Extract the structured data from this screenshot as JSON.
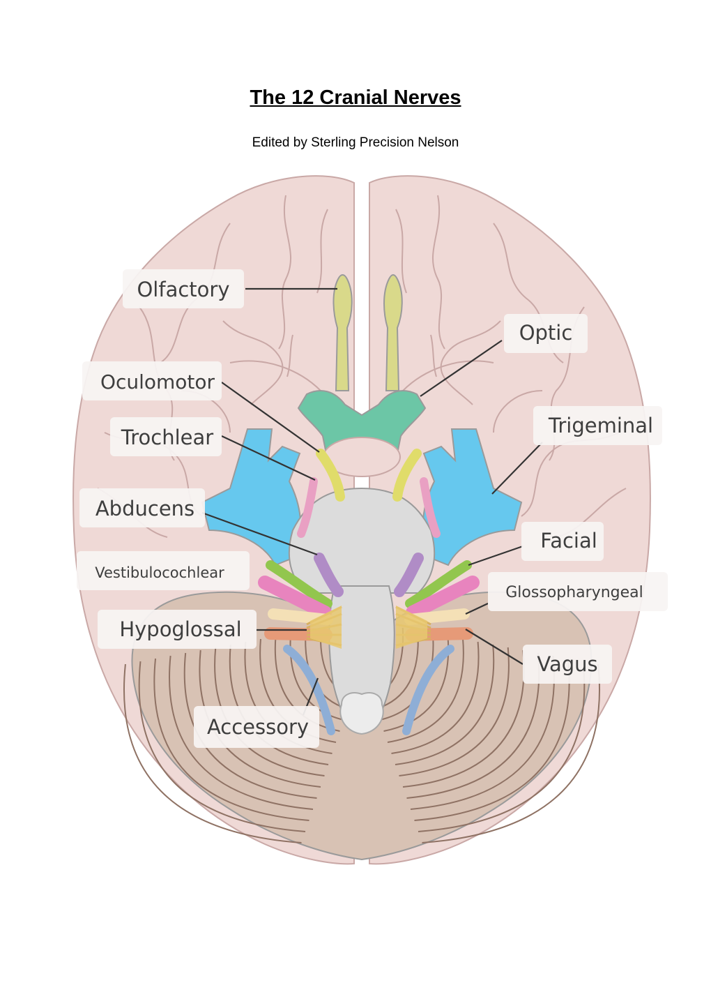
{
  "document": {
    "title": "The 12 Cranial Nerves",
    "subtitle": "Edited by Sterling Precision Nelson"
  },
  "diagram": {
    "labels": {
      "olfactory": "Olfactory",
      "optic": "Optic",
      "oculomotor": "Oculomotor",
      "trochlear": "Trochlear",
      "trigeminal": "Trigeminal",
      "abducens": "Abducens",
      "facial": "Facial",
      "vestibulocochlear": "Vestibulocochlear",
      "glossopharyngeal": "Glossopharyngeal",
      "hypoglossal": "Hypoglossal",
      "vagus": "Vagus",
      "accessory": "Accessory"
    },
    "colors": {
      "cortex": "#efd9d6",
      "cortex_outline": "#c9a8a6",
      "cerebellum": "#d8c2b4",
      "brainstem": "#dcdcdc",
      "olfactory": "#d9d98a",
      "optic": "#6cc6a6",
      "oculomotor": "#e0dc6a",
      "trochlear": "#e9a0c3",
      "trigeminal": "#66c8ee",
      "abducens": "#b08cc6",
      "facial": "#92c64e",
      "vestibulocochlear": "#e884be",
      "glossopharyngeal": "#f4e0b6",
      "vagus": "#e69a78",
      "accessory": "#8eaed6"
    }
  }
}
